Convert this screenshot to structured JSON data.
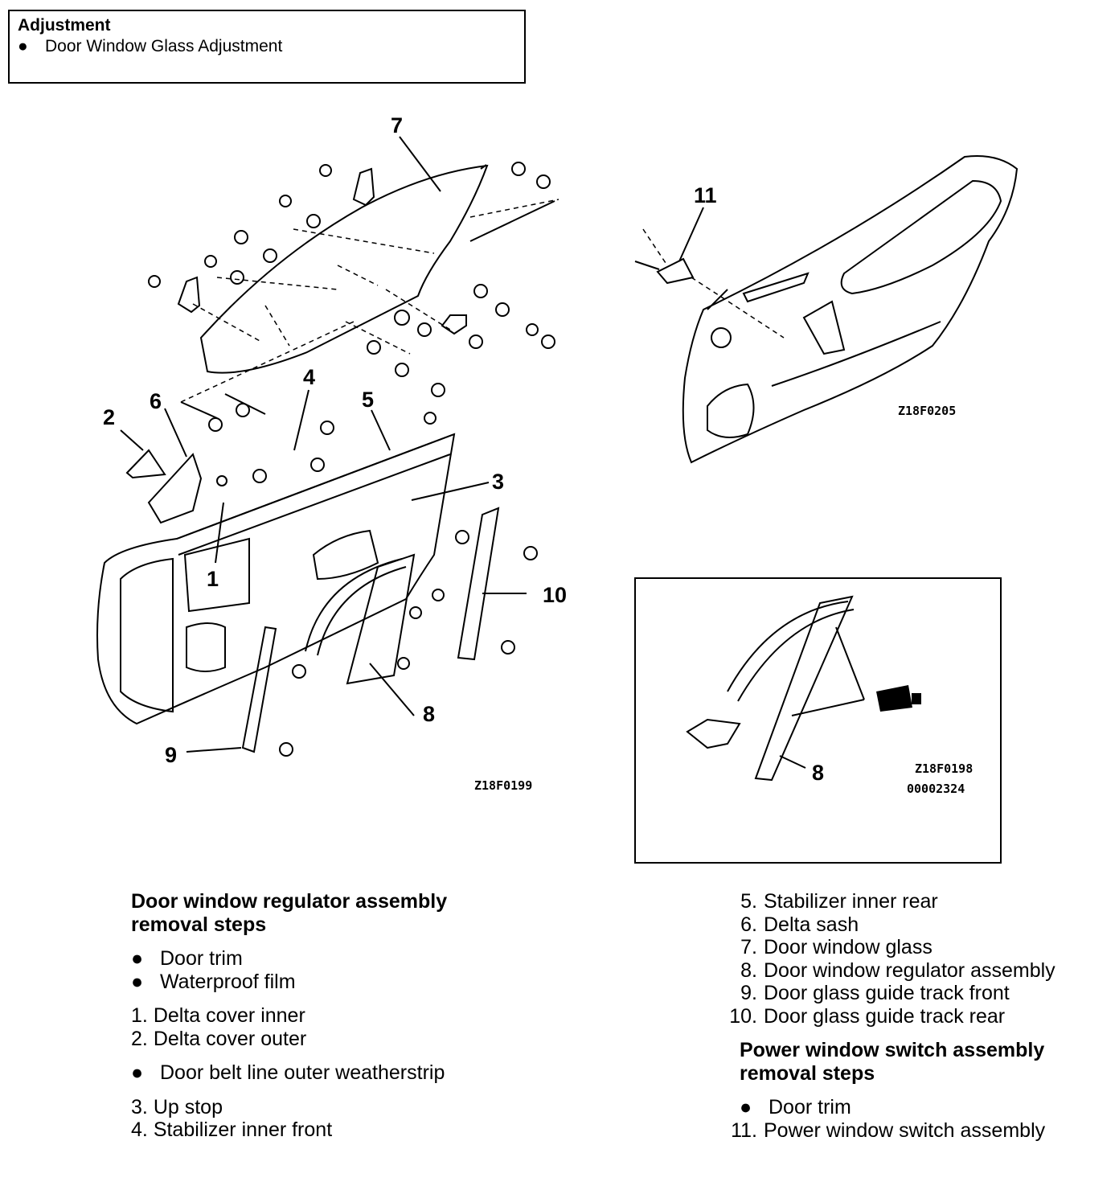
{
  "adjustment": {
    "title": "Adjustment",
    "item": "Door Window Glass Adjustment"
  },
  "diagram": {
    "callouts": [
      "1",
      "2",
      "3",
      "4",
      "5",
      "6",
      "7",
      "8",
      "9",
      "10",
      "11"
    ],
    "inset_callout": "8",
    "figure_ids": {
      "main": "Z18F0199",
      "trim": "Z18F0205",
      "inset_line1": "Z18F0198",
      "inset_line2": "00002324"
    }
  },
  "regulator_steps": {
    "heading_line1": "Door window regulator assembly",
    "heading_line2": "removal steps",
    "prep": [
      "Door trim",
      "Waterproof film"
    ],
    "items_a": [
      {
        "num": "1.",
        "text": "Delta cover inner"
      },
      {
        "num": "2.",
        "text": "Delta cover outer"
      }
    ],
    "prep2": "Door belt line outer weatherstrip",
    "items_b": [
      {
        "num": "3.",
        "text": "Up stop"
      },
      {
        "num": "4.",
        "text": "Stabilizer inner front"
      }
    ],
    "items_c": [
      {
        "num": "5.",
        "text": "Stabilizer inner rear"
      },
      {
        "num": "6.",
        "text": "Delta sash"
      },
      {
        "num": "7.",
        "text": "Door window glass"
      },
      {
        "num": "8.",
        "text": "Door window regulator assembly"
      },
      {
        "num": "9.",
        "text": "Door glass guide track front"
      },
      {
        "num": "10.",
        "text": "Door glass guide track rear"
      }
    ]
  },
  "switch_steps": {
    "heading_line1": "Power window switch assembly",
    "heading_line2": "removal steps",
    "prep": "Door trim",
    "item": {
      "num": "11.",
      "text": "Power window switch assembly"
    }
  }
}
